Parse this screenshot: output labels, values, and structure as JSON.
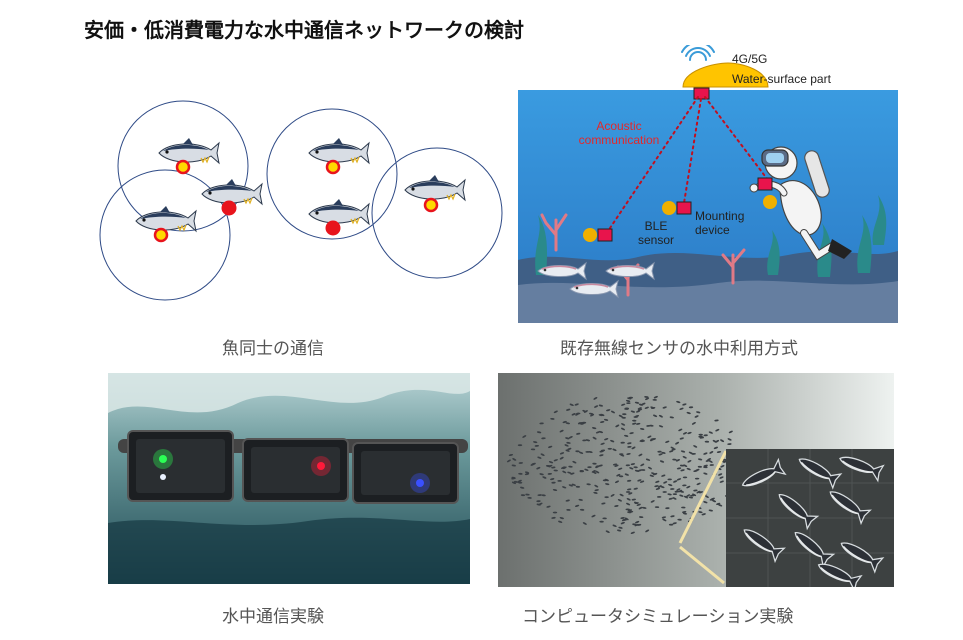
{
  "title": "安価・低消費電力な水中通信ネットワークの検討",
  "panels": {
    "fish_comm": {
      "caption": "魚同士の通信",
      "tag_colors": {
        "yellow": "#ffd800",
        "red": "#e8141c"
      }
    },
    "sensor_method": {
      "caption": "既存無線センサの水中利用方式",
      "labels": {
        "network": "4G/5G",
        "water_surface": "Water-surface part",
        "acoustic": "Acoustic communication",
        "ble_sensor": "BLE sensor",
        "mounting_device": "Mounting device"
      },
      "colors": {
        "link": "#c01020",
        "sea": "#2f8fd0"
      }
    },
    "underwater_experiment": {
      "caption": "水中通信実験",
      "led_colors": [
        "#2bff55",
        "#ff1a3a",
        "#3a50ff"
      ]
    },
    "simulation": {
      "caption": "コンピュータシミュレーション実験"
    }
  }
}
